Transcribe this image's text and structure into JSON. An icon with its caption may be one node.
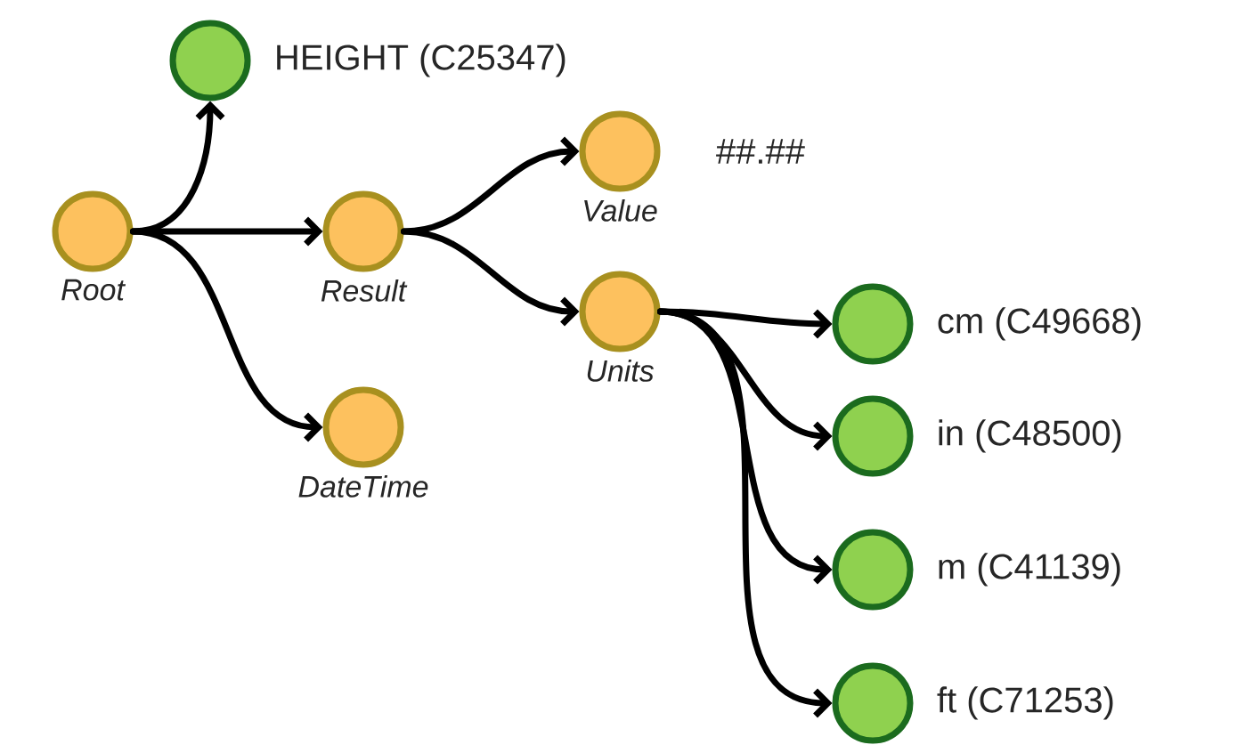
{
  "diagram": {
    "nodes": [
      {
        "text": [],
        "shape": "circle",
        "beside": [
          "HEIGHT (C25347)"
        ]
      },
      {
        "text": [],
        "shape": "circle",
        "beside": [
          "Root"
        ]
      },
      {
        "text": [],
        "shape": "circle",
        "beside": [
          "Result"
        ]
      },
      {
        "text": [],
        "shape": "circle",
        "beside": [
          "Value",
          "##.##"
        ]
      },
      {
        "text": [],
        "shape": "circle",
        "beside": [
          "Units"
        ]
      },
      {
        "text": [],
        "shape": "circle",
        "beside": [
          "DateTime"
        ]
      },
      {
        "text": [],
        "shape": "circle",
        "beside": [
          "cm (C49668)"
        ]
      },
      {
        "text": [],
        "shape": "circle",
        "beside": [
          "in (C48500)"
        ]
      },
      {
        "text": [],
        "shape": "circle",
        "beside": [
          "m (C41139)"
        ]
      },
      {
        "text": [],
        "shape": "circle",
        "beside": [
          "ft (C71253)"
        ]
      }
    ],
    "edges": [
      {
        "from": 1,
        "to": 0,
        "arrow": "to"
      },
      {
        "from": 1,
        "to": 2,
        "arrow": "to"
      },
      {
        "from": 1,
        "to": 5,
        "arrow": "to"
      },
      {
        "from": 2,
        "to": 3,
        "arrow": "to"
      },
      {
        "from": 2,
        "to": 4,
        "arrow": "to"
      },
      {
        "from": 4,
        "to": 6,
        "arrow": "to"
      },
      {
        "from": 4,
        "to": 7,
        "arrow": "to"
      },
      {
        "from": 4,
        "to": 8,
        "arrow": "to"
      },
      {
        "from": 4,
        "to": 9,
        "arrow": "to"
      }
    ]
  }
}
